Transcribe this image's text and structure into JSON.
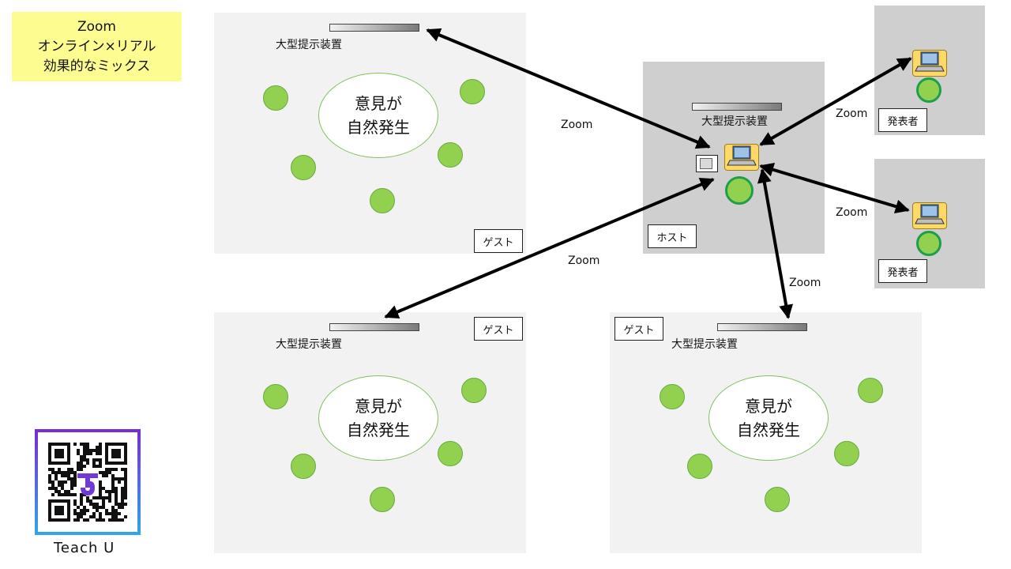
{
  "title_box": {
    "line1": "Zoom",
    "line2": "オンライン×リアル",
    "line3": "効果的なミックス"
  },
  "screen_label": "大型提示装置",
  "bubble": {
    "line1": "意見が",
    "line2": "自然発生"
  },
  "roles": {
    "guest": "ゲスト",
    "host": "ホスト",
    "presenter": "発表者"
  },
  "zoom_label": "Zoom",
  "brand": {
    "name": "Teach U"
  },
  "icons": {
    "laptop": "laptop-icon",
    "camera": "camera-icon",
    "person": "person-icon",
    "qr": "qr-code-icon"
  },
  "colors": {
    "title_bg": "#fdfc90",
    "room_bg": "#f2f2f2",
    "host_bg": "#d0cfcf",
    "person": "#92d050",
    "ring": "#1f9e49",
    "laptop": "#ffd966",
    "arrow": "#000000"
  }
}
